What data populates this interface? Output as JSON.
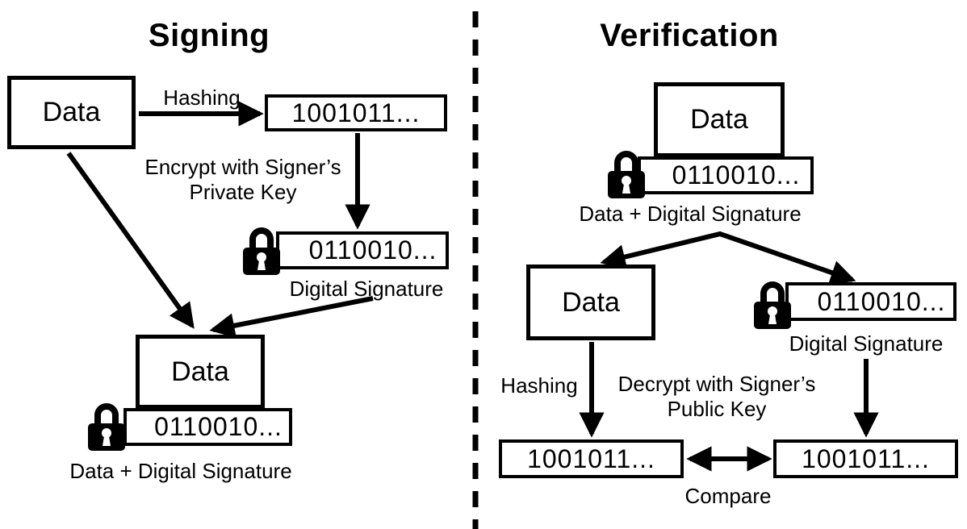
{
  "signing": {
    "title": "Signing",
    "source_data_label": "Data",
    "hashing_label": "Hashing",
    "hash_value": "1001011...",
    "encrypt_caption_line1": "Encrypt with Signer’s",
    "encrypt_caption_line2": "Private Key",
    "signature_value": "0110010...",
    "signature_caption": "Digital Signature",
    "package_data_label": "Data",
    "package_signature_value": "0110010...",
    "package_caption": "Data + Digital Signature"
  },
  "verification": {
    "title": "Verification",
    "package_data_label": "Data",
    "package_signature_value": "0110010...",
    "package_caption": "Data + Digital Signature",
    "extracted_data_label": "Data",
    "extracted_signature_value": "0110010...",
    "extracted_signature_caption": "Digital Signature",
    "hashing_label": "Hashing",
    "decrypt_caption_line1": "Decrypt with Signer’s",
    "decrypt_caption_line2": "Public Key",
    "computed_hash_value": "1001011...",
    "decrypted_hash_value": "1001011...",
    "compare_label": "Compare"
  },
  "icons": {
    "padlock": "padlock"
  },
  "colors": {
    "ink": "#000000",
    "background": "#ffffff"
  }
}
